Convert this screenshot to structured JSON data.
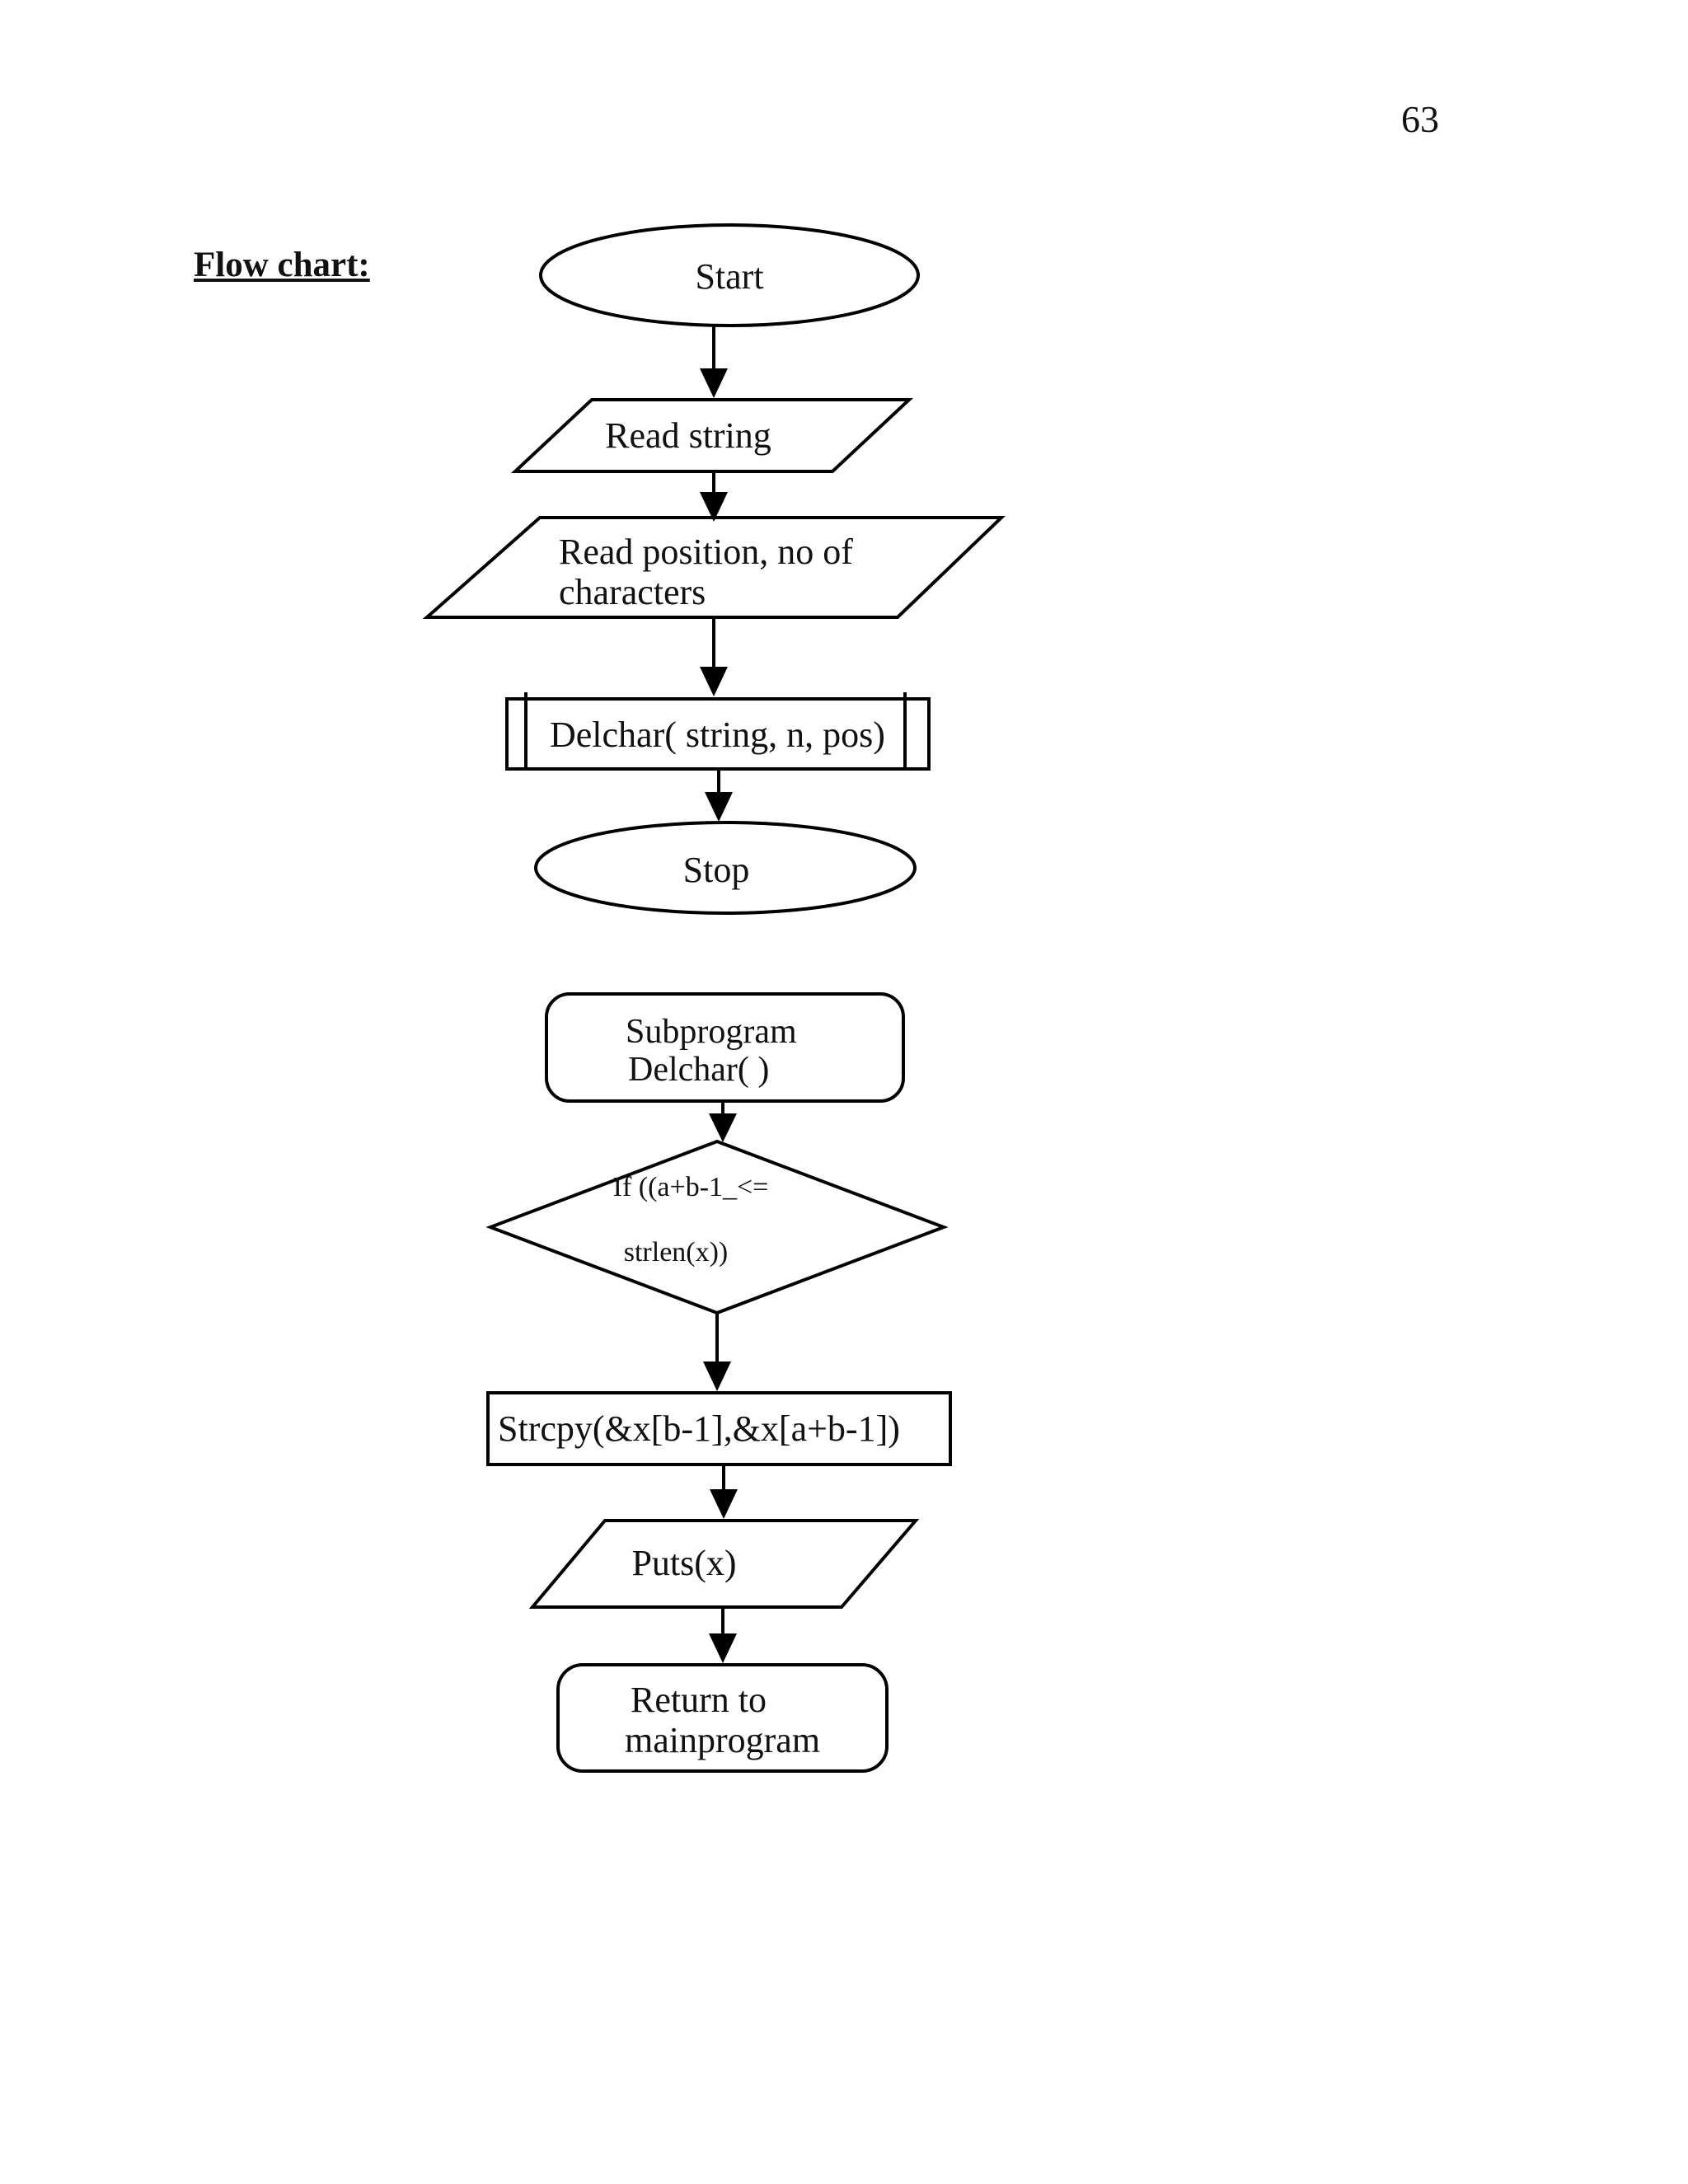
{
  "page": {
    "number": "63",
    "heading": "Flow chart:"
  },
  "colors": {
    "stroke": "#000000",
    "text": "#111111",
    "background": "#ffffff"
  },
  "main_flow": {
    "start": "Start",
    "read_string": "Read string",
    "read_position": {
      "line1": "Read position, no of",
      "line2": "characters"
    },
    "delchar_call": "Delchar( string, n, pos)",
    "stop": "Stop"
  },
  "subprogram_flow": {
    "header": {
      "line1": "Subprogram",
      "line2": "Delchar( )"
    },
    "decision": {
      "line1": "If ((a+b-1_<=",
      "line2": "strlen(x))"
    },
    "process": "Strcpy(&x[b-1],&x[a+b-1])",
    "output": "Puts(x)",
    "return": {
      "line1": "Return to",
      "line2": "mainprogram"
    }
  }
}
